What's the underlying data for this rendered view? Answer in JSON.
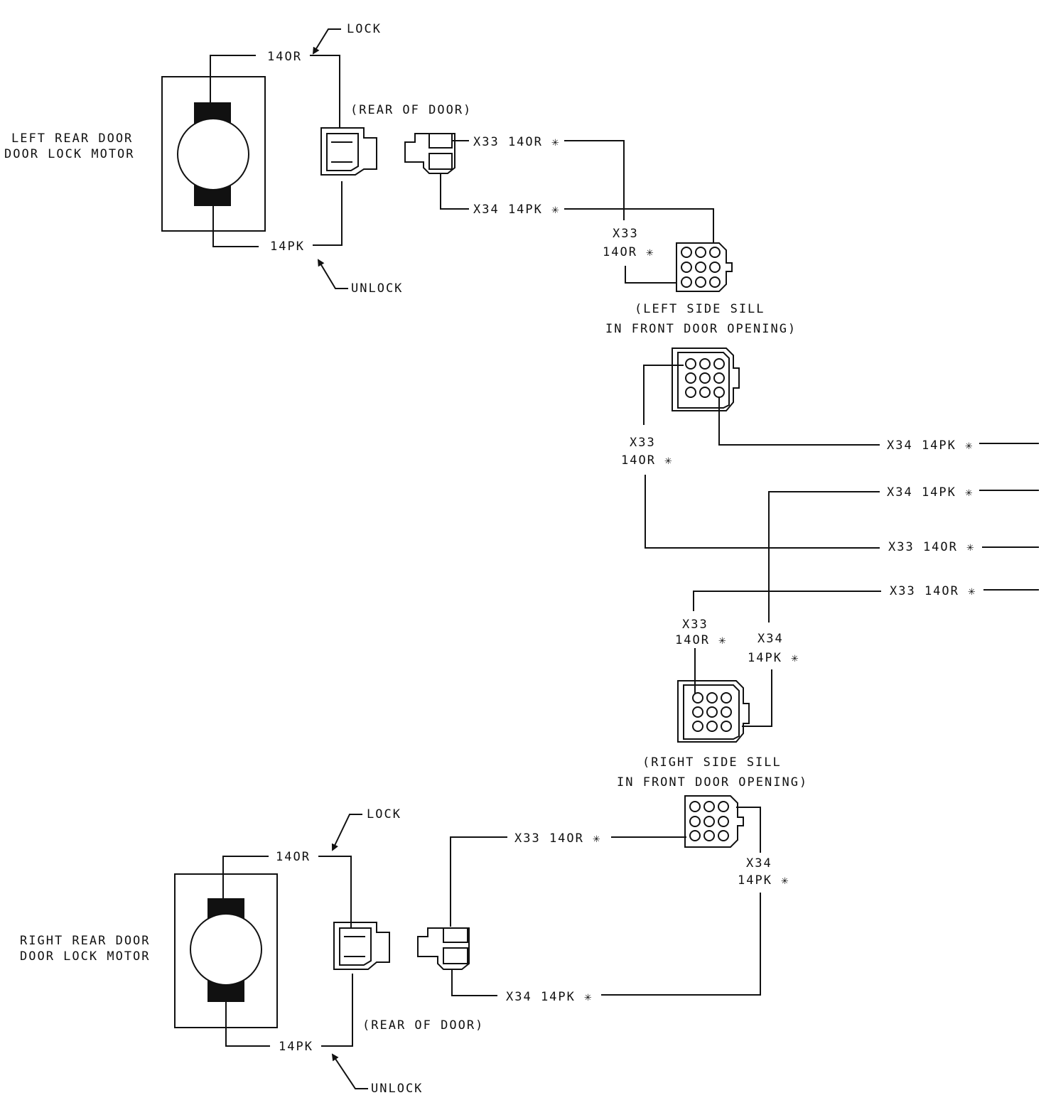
{
  "left_motor": {
    "title_line1": "LEFT REAR DOOR",
    "title_line2": "DOOR LOCK MOTOR",
    "wire_lock": "14OR",
    "wire_unlock": "14PK",
    "lock_label": "LOCK",
    "unlock_label": "UNLOCK",
    "connector_label": "(REAR OF DOOR)",
    "x33": "X33 14OR ✳",
    "x34": "X34 14PK ✳"
  },
  "left_sill": {
    "x33_top": "X33",
    "x33_bottom": "14OR ✳",
    "label_line1": "(LEFT SIDE SILL",
    "label_line2": "IN FRONT DOOR OPENING)",
    "x33b_top": "X33",
    "x33b_bottom": "14OR ✳"
  },
  "trunk": {
    "wire1": "X34 14PK ✳",
    "wire2": "X34 14PK ✳",
    "wire3": "X33 14OR ✳",
    "wire4": "X33 14OR ✳"
  },
  "right_sill": {
    "x33_top": "X33",
    "x33_bottom": "14OR ✳",
    "x34_top": "X34",
    "x34_bottom": "14PK ✳",
    "label_line1": "(RIGHT SIDE SILL",
    "label_line2": "IN FRONT DOOR OPENING)",
    "x34b_top": "X34",
    "x34b_bottom": "14PK ✳"
  },
  "right_motor": {
    "title_line1": "RIGHT REAR DOOR",
    "title_line2": "DOOR LOCK MOTOR",
    "wire_lock": "14OR",
    "wire_unlock": "14PK",
    "lock_label": "LOCK",
    "unlock_label": "UNLOCK",
    "connector_label": "(REAR OF DOOR)",
    "x33": "X33 14OR ✳",
    "x34": "X34 14PK ✳"
  }
}
